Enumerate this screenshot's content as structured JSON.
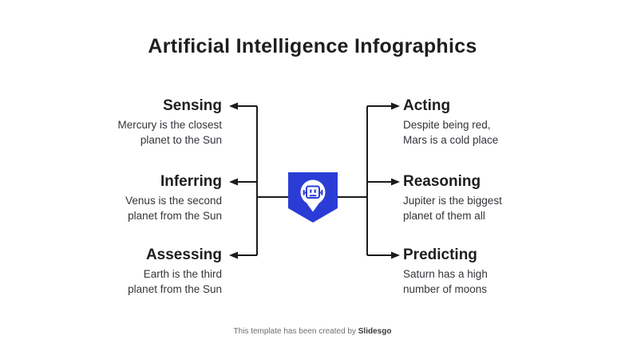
{
  "title": "Artificial Intelligence Infographics",
  "diagram": {
    "center_icon": "robot-chat-badge",
    "left": [
      {
        "title": "Sensing",
        "lines": [
          "Mercury is the closest",
          "planet to the Sun"
        ]
      },
      {
        "title": "Inferring",
        "lines": [
          "Venus is the second",
          "planet from the Sun"
        ]
      },
      {
        "title": "Assessing",
        "lines": [
          "Earth is the third",
          "planet from the Sun"
        ]
      }
    ],
    "right": [
      {
        "title": "Acting",
        "lines": [
          "Despite being red,",
          "Mars is a cold place"
        ]
      },
      {
        "title": "Reasoning",
        "lines": [
          "Jupiter is the biggest",
          "planet of them all"
        ]
      },
      {
        "title": "Predicting",
        "lines": [
          "Saturn has a high",
          "number of moons"
        ]
      }
    ]
  },
  "footer": {
    "text": "This template has been created by",
    "brand": "Slidesgo"
  },
  "colors": {
    "accent": "#2B3CD6",
    "line": "#1B1B1B",
    "heading_text": "#1D1E20",
    "body_text": "#33353A",
    "footer_text": "#6E6E6E",
    "background": "#FFFFFF"
  }
}
